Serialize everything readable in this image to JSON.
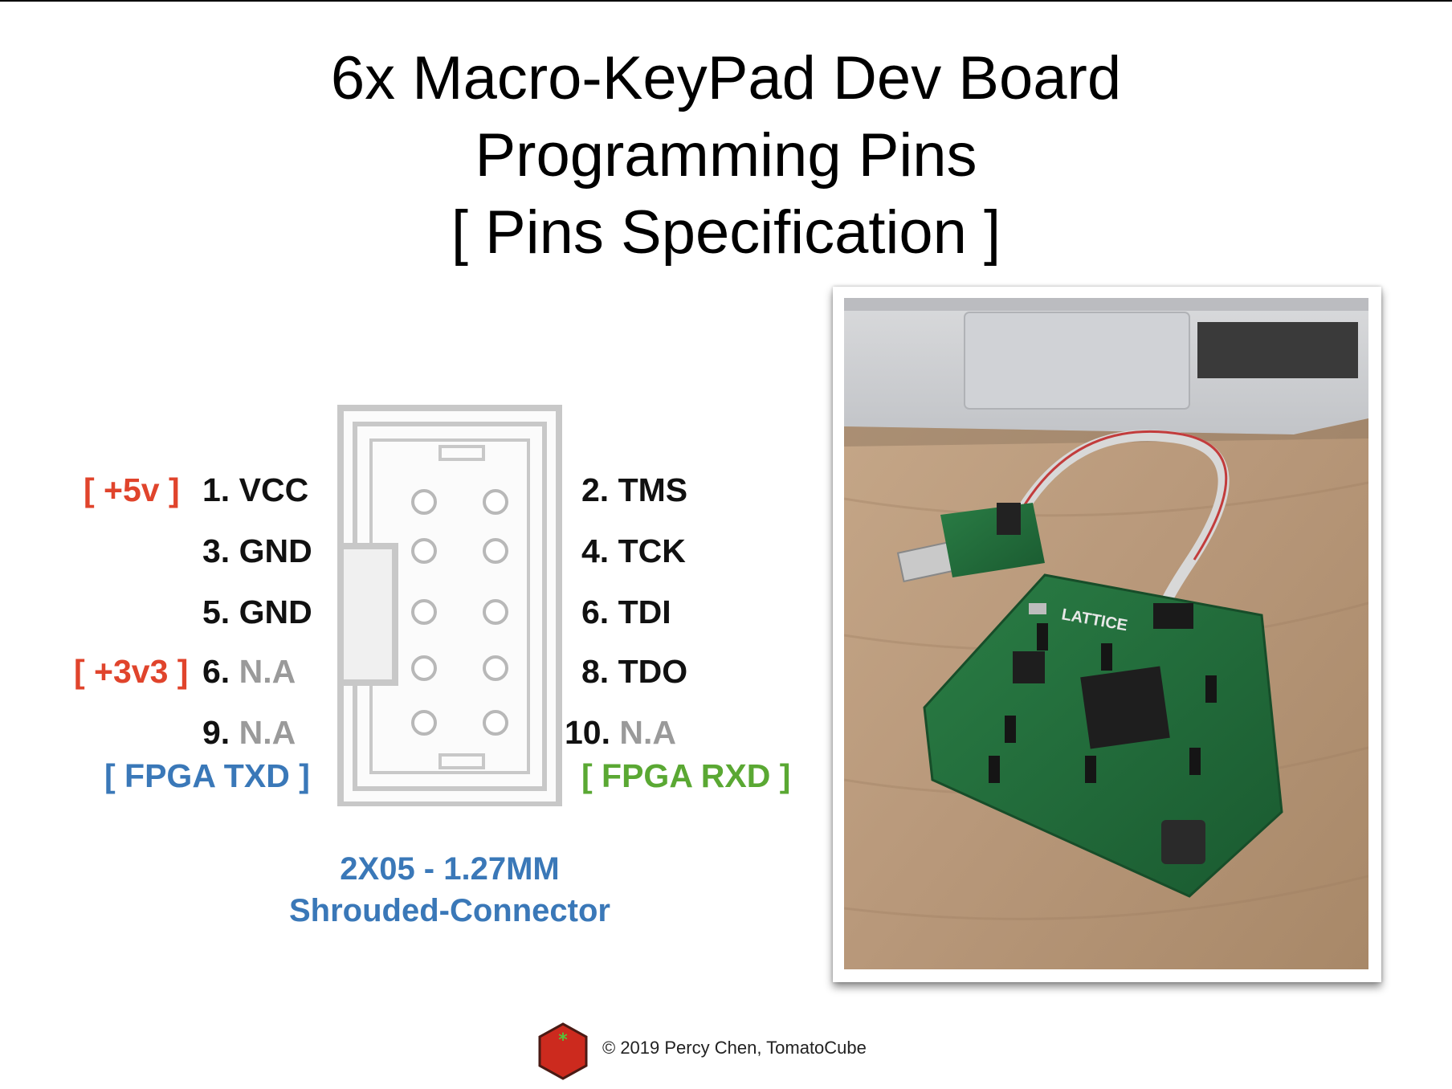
{
  "title": {
    "line1": "6x Macro-KeyPad Dev Board",
    "line2": "Programming Pins",
    "line3": "[ Pins Specification ]"
  },
  "pins": {
    "p1": {
      "num": "1.",
      "name": "VCC"
    },
    "p2": {
      "num": "2.",
      "name": "TMS"
    },
    "p3": {
      "num": "3.",
      "name": "GND"
    },
    "p4": {
      "num": "4.",
      "name": "TCK"
    },
    "p5": {
      "num": "5.",
      "name": "GND"
    },
    "p6": {
      "num": "6.",
      "name": "TDI"
    },
    "p7": {
      "num": "6.",
      "name": "N.A"
    },
    "p8": {
      "num": "8.",
      "name": "TDO"
    },
    "p9": {
      "num": "9.",
      "name": "N.A"
    },
    "p10": {
      "num": "10.",
      "name": "N.A"
    }
  },
  "tags": {
    "plus5v": "[ +5v ]",
    "plus3v3": "[ +3v3 ]",
    "fpga_txd": "[ FPGA TXD ]",
    "fpga_rxd": "[ FPGA RXD ]"
  },
  "connector": {
    "line1": "2X05 - 1.27MM",
    "line2": "Shrouded-Connector"
  },
  "footer": {
    "copyright": "© 2019 Percy Chen, TomatoCube"
  },
  "colors": {
    "red": "#e0442c",
    "blue": "#3a78b8",
    "green": "#5aa833",
    "grey_na": "#9a9a9a",
    "connector_grey": "#c8c8c8",
    "pcb_green": "#1f6b3a"
  },
  "icons": {
    "logo": "tomato-cube-logo-icon"
  }
}
